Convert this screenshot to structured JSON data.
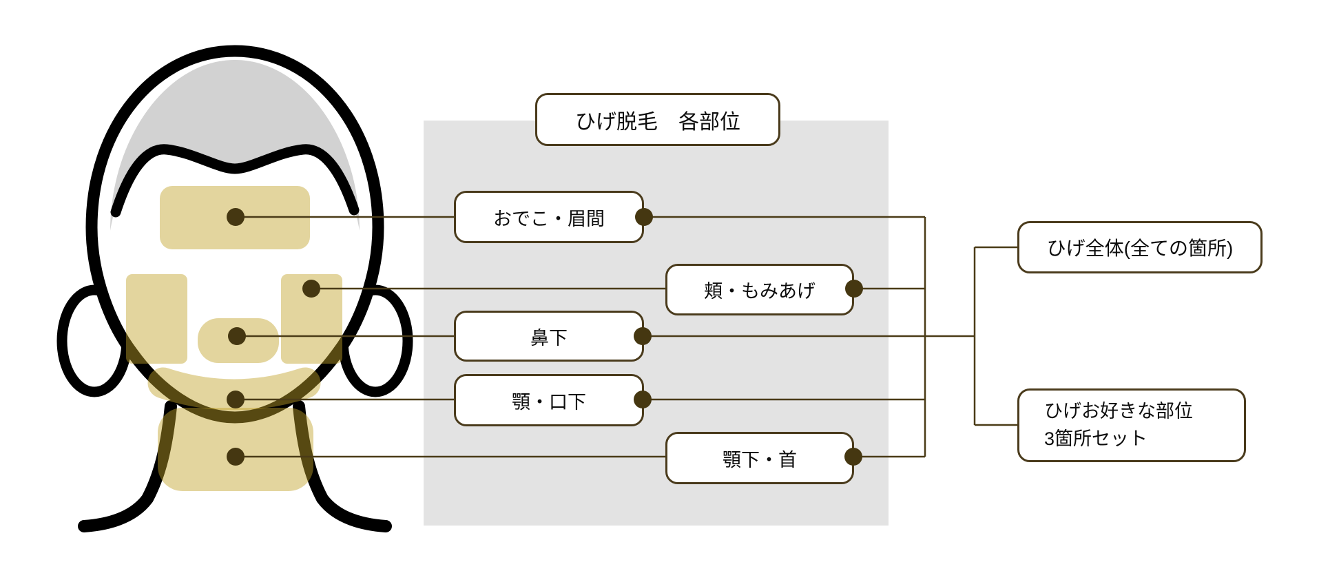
{
  "diagram_title": "ひげ脱毛　各部位",
  "parts": [
    {
      "label": "おでこ・眉間"
    },
    {
      "label": "頬・もみあげ"
    },
    {
      "label": "鼻下"
    },
    {
      "label": "顎・口下"
    },
    {
      "label": "顎下・首"
    }
  ],
  "plans": {
    "full": "ひげ全体(全ての箇所)",
    "set_line1": "ひげお好きな部位",
    "set_line2": "3箇所セット"
  },
  "colors": {
    "connector_line": "#4a3b17",
    "marker_dot": "#453711",
    "box_border": "#4a3b1c",
    "highlight_area": "rgba(193,162,40,0.45)",
    "panel_background": "#e3e3e3",
    "hair_gray": "#d2d2d2",
    "lineart_black": "#000000"
  }
}
